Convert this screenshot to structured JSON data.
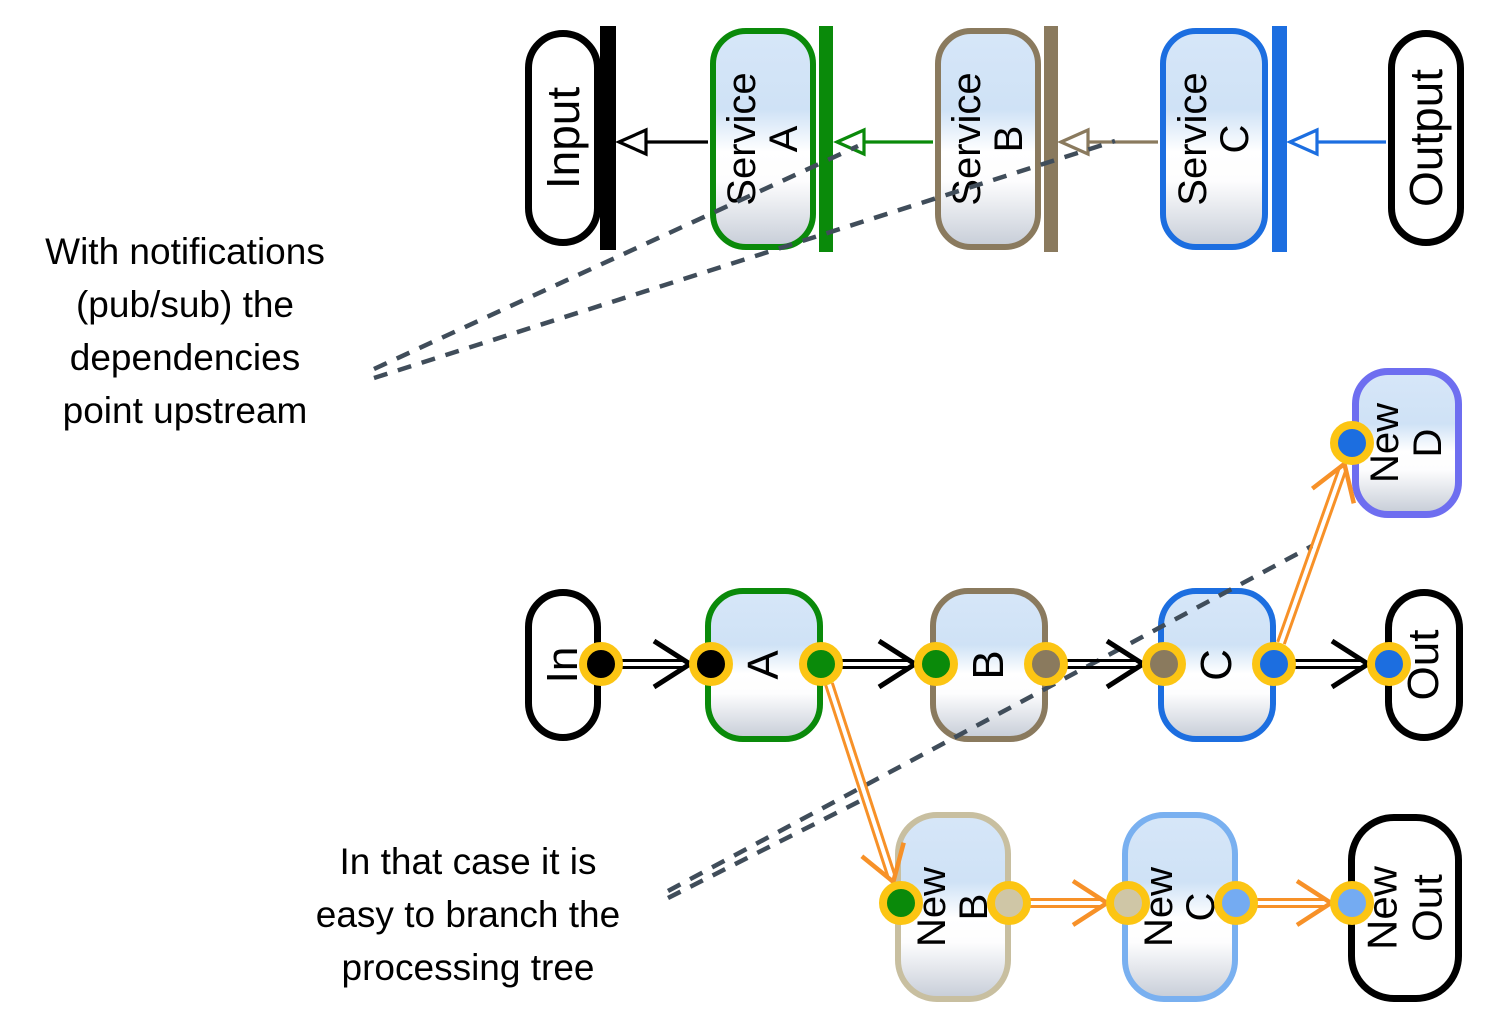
{
  "annotations": {
    "pubsub": "With notifications\n(pub/sub) the\ndependencies\npoint upstream",
    "branch": "In that case it is\neasy to branch the\nprocessing tree"
  },
  "pipeline_top": {
    "input": "Input",
    "service_a": "Service A",
    "service_b": "Service B",
    "service_c": "Service C",
    "output": "Output"
  },
  "pipeline_middle": {
    "in": "In",
    "a": "A",
    "b": "B",
    "c": "C",
    "out": "Out",
    "new_d": "New\nD"
  },
  "pipeline_bottom": {
    "new_b": "New B",
    "new_c": "New C",
    "new_out": "New\nOut"
  },
  "colors": {
    "black": "#000000",
    "green": "#0a8a0a",
    "taupe": "#8a7a5e",
    "blue": "#1c6ee0",
    "purple": "#6e6ef0",
    "tan_border": "#c8bfa0",
    "tan_port": "#cfc6a6",
    "light_blue_border": "#79b0f0",
    "light_blue_port": "#74abf2",
    "gold_ring": "#fcc513",
    "orange": "#f79128",
    "dash_gray": "#404d5a",
    "node_fill_top": "#d6e6f8",
    "node_fill_bottom": "#c9cfd9"
  }
}
